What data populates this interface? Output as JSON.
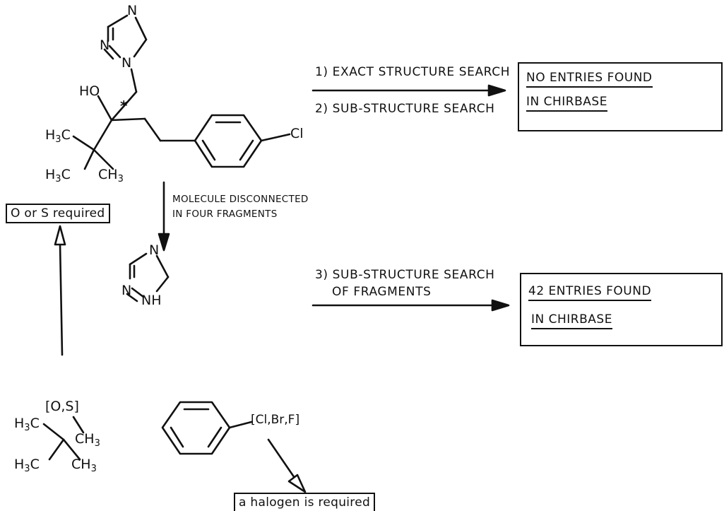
{
  "atoms": {
    "triazole_top_N1": "N",
    "triazole_top_N2": "N",
    "triazole_top_N3": "N",
    "hydroxyl": "HO",
    "stereocenter": "*",
    "methyl_a": "H3C",
    "methyl_b": "H3C",
    "methyl_c": "CH3",
    "chloro": "Cl",
    "frag_triazole_N1": "N",
    "frag_triazole_N2": "N",
    "frag_triazole_NH": "NH",
    "frag_heteroatom": "[O,S]",
    "frag_methyl": "CH3",
    "frag_isopropyl_a": "H3C",
    "frag_isopropyl_b": "H3C",
    "frag_isopropyl_c": "CH3",
    "frag_halogen": "[Cl,Br,F]"
  },
  "steps": {
    "step1": "1) EXACT STRUCTURE SEARCH",
    "step2": "2) SUB-STRUCTURE SEARCH",
    "disconnect_line1": "MOLECULE DISCONNECTED",
    "disconnect_line2": "IN FOUR FRAGMENTS",
    "step3_line1": "3) SUB-STRUCTURE SEARCH",
    "step3_line2": "OF FRAGMENTS"
  },
  "results": {
    "no_entries_line1": "NO ENTRIES FOUND",
    "no_entries_line2": "IN CHIRBASE",
    "found_line1": "42 ENTRIES FOUND",
    "found_line2": "IN CHIRBASE"
  },
  "notes": {
    "o_or_s": "O or S required",
    "halogen": "a halogen is required"
  }
}
